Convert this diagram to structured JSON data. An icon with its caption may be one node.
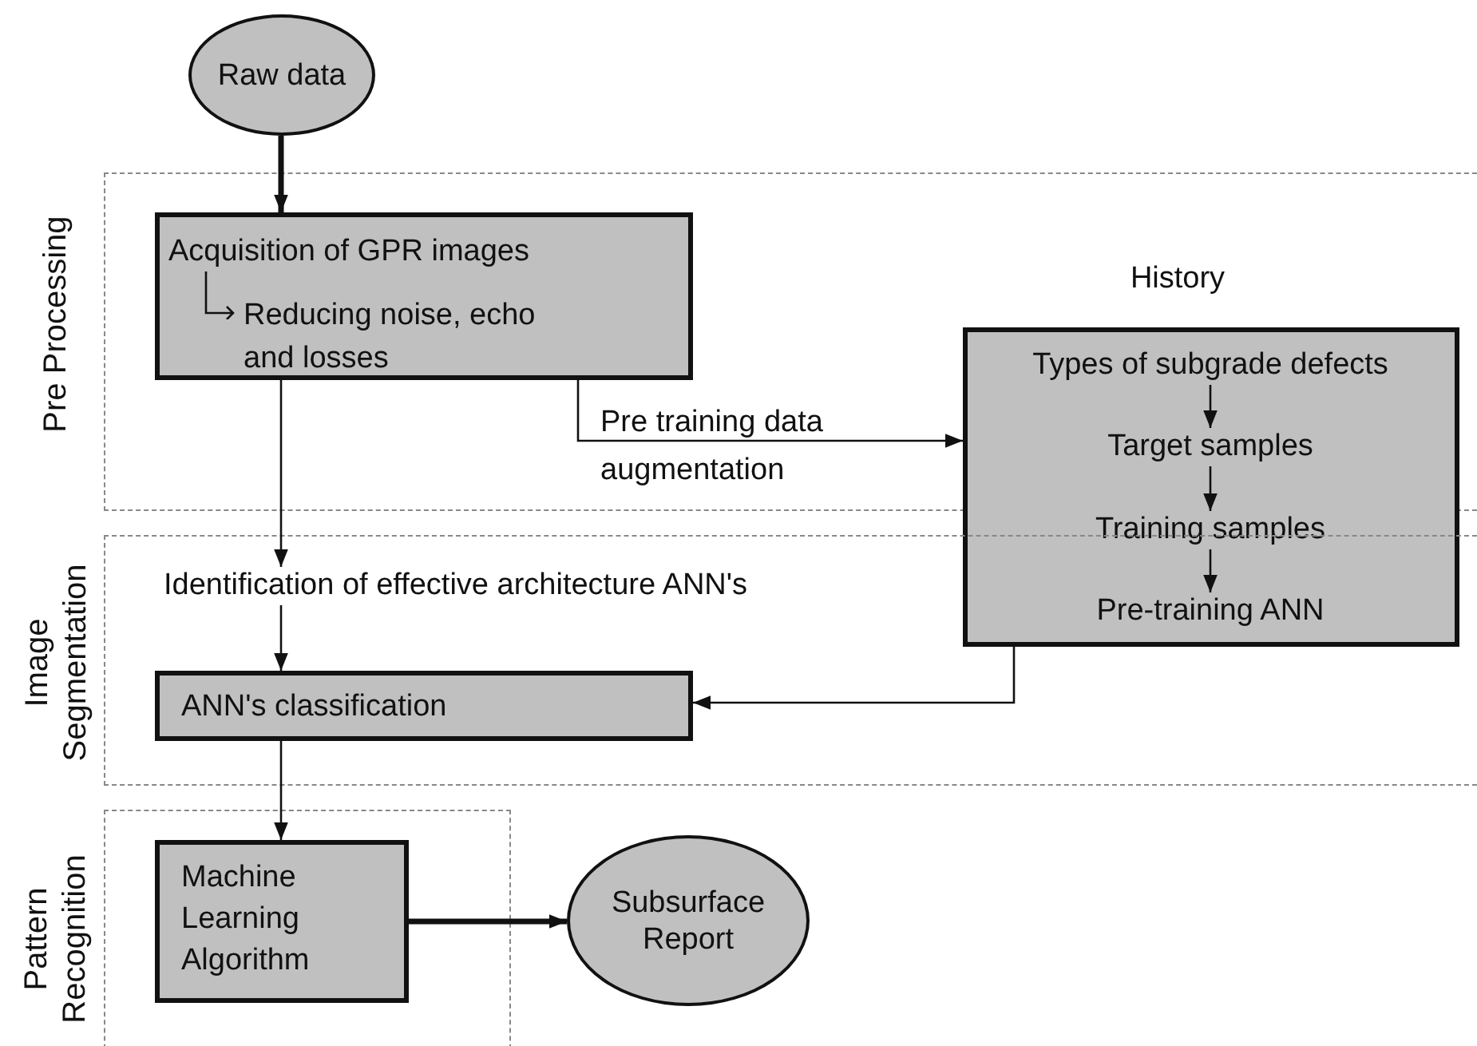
{
  "diagram": {
    "nodes": [
      {
        "text": [
          "Raw data"
        ]
      },
      {
        "text": [
          "Pre Processing"
        ]
      },
      {
        "text": [
          "Acquisition of GPR images",
          "Reducing noise, echo and losses"
        ],
        "in": 1
      },
      {
        "text": [
          "History"
        ],
        "in": 1
      },
      {
        "text": [],
        "shape": "box"
      },
      {
        "text": [
          "Types of subgrade defects"
        ]
      },
      {
        "text": [
          "Target samples"
        ]
      },
      {
        "text": [
          "Training samples"
        ],
        "in": 4
      },
      {
        "text": [
          "Pre-training ANN"
        ]
      },
      {
        "text": [
          "Image Segmentation"
        ]
      },
      {
        "text": [
          "Identification of effective architecture ANN's"
        ],
        "in": 9
      },
      {
        "text": [
          "ANN's classification"
        ],
        "in": 9
      },
      {
        "text": [
          "Pattern Recognition"
        ]
      },
      {
        "text": [
          "Machine Learning Algorithm"
        ],
        "in": 12
      },
      {
        "text": [
          "Subsurface Report"
        ]
      }
    ],
    "edges": [
      {
        "from": 0,
        "to": 2,
        "arrow": "to",
        "style": "thick"
      },
      {
        "from": 2,
        "to": 10,
        "arrow": "to"
      },
      {
        "from": 2,
        "to": 4,
        "arrow": "to",
        "label": "Pre training data augmentation"
      },
      {
        "from": 10,
        "to": 11,
        "arrow": "to"
      },
      {
        "from": 4,
        "to": 11,
        "arrow": "to"
      },
      {
        "from": 11,
        "to": 13,
        "arrow": "to"
      },
      {
        "from": 13,
        "to": 14,
        "arrow": "to",
        "style": "thick"
      },
      {
        "from": 5,
        "to": 6,
        "arrow": "to"
      },
      {
        "from": 6,
        "to": 7,
        "arrow": "to"
      },
      {
        "from": 7,
        "to": 8,
        "arrow": "to"
      }
    ]
  }
}
